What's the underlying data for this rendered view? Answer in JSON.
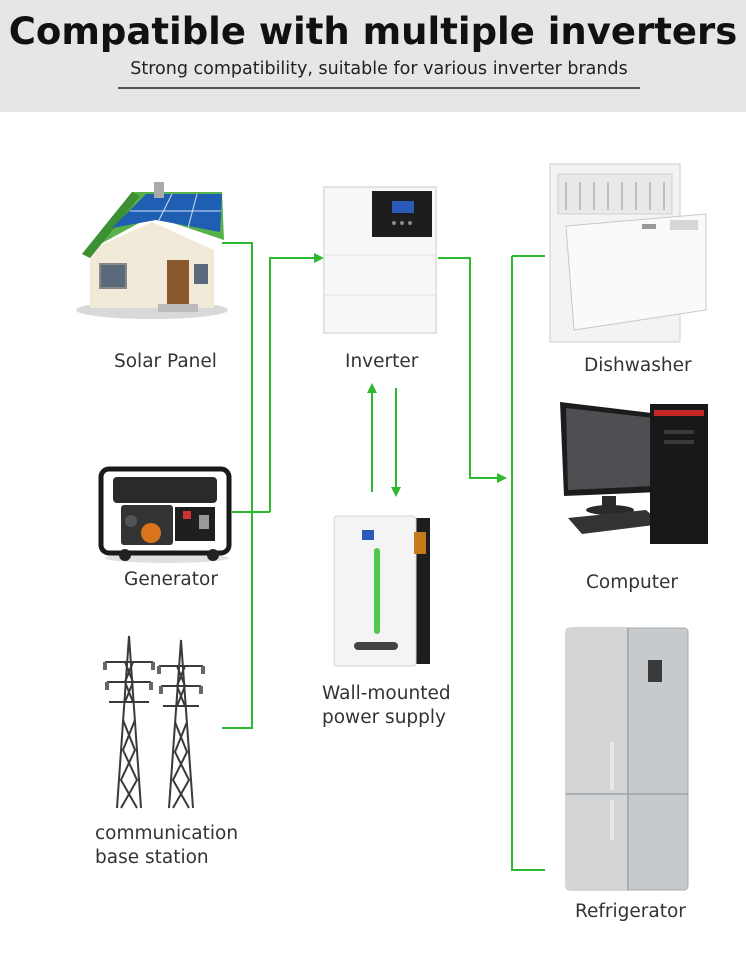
{
  "header": {
    "title": "Compatible with multiple inverters",
    "subtitle": "Strong compatibility, suitable for various inverter brands"
  },
  "sources": {
    "solar_panel": "Solar Panel",
    "generator": "Generator",
    "base_station_line1": "communication",
    "base_station_line2": "base station"
  },
  "center": {
    "inverter": "Inverter",
    "wall_line1": "Wall-mounted",
    "wall_line2": "power supply"
  },
  "loads": {
    "dishwasher": "Dishwasher",
    "computer": "Computer",
    "refrigerator": "Refrigerator"
  },
  "colors": {
    "connector": "#2db92d",
    "header_bg": "#e6e6e6"
  }
}
